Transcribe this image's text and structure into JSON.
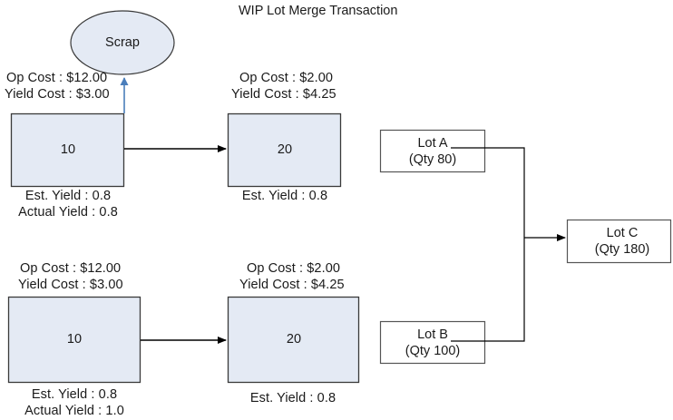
{
  "diagram": {
    "title": "WIP Lot Merge Transaction",
    "scrap_node": {
      "label": "Scrap"
    },
    "flows": [
      {
        "id": "flow-top",
        "op1": {
          "op_cost": "Op Cost : $12.00",
          "yield_cost": "Yield Cost : $3.00",
          "qty": "10",
          "est_yield": "Est. Yield : 0.8",
          "actual_yield": "Actual Yield : 0.8"
        },
        "op2": {
          "op_cost": "Op Cost : $2.00",
          "yield_cost": "Yield Cost : $4.25",
          "qty": "20",
          "est_yield": "Est. Yield : 0.8"
        }
      },
      {
        "id": "flow-bottom",
        "op1": {
          "op_cost": "Op Cost : $12.00",
          "yield_cost": "Yield Cost : $3.00",
          "qty": "10",
          "est_yield": "Est. Yield : 0.8",
          "actual_yield": "Actual Yield : 1.0"
        },
        "op2": {
          "op_cost": "Op Cost : $2.00",
          "yield_cost": "Yield Cost : $4.25",
          "qty": "20",
          "est_yield": "Est. Yield : 0.8"
        }
      }
    ],
    "lots": [
      {
        "id": "lot-a",
        "name": "Lot A",
        "qty": "(Qty 80)"
      },
      {
        "id": "lot-b",
        "name": "Lot B",
        "qty": "(Qty 100)"
      },
      {
        "id": "lot-c",
        "name": "Lot C",
        "qty": "(Qty 180)"
      }
    ],
    "colors": {
      "node_fill": "#e4eaf4",
      "node_stroke": "#333333",
      "lot_fill": "#ffffff",
      "lot_stroke": "#555555",
      "arrow": "#000000",
      "scrap_arrow": "#4a7ebb",
      "text": "#1a1a1a"
    }
  }
}
